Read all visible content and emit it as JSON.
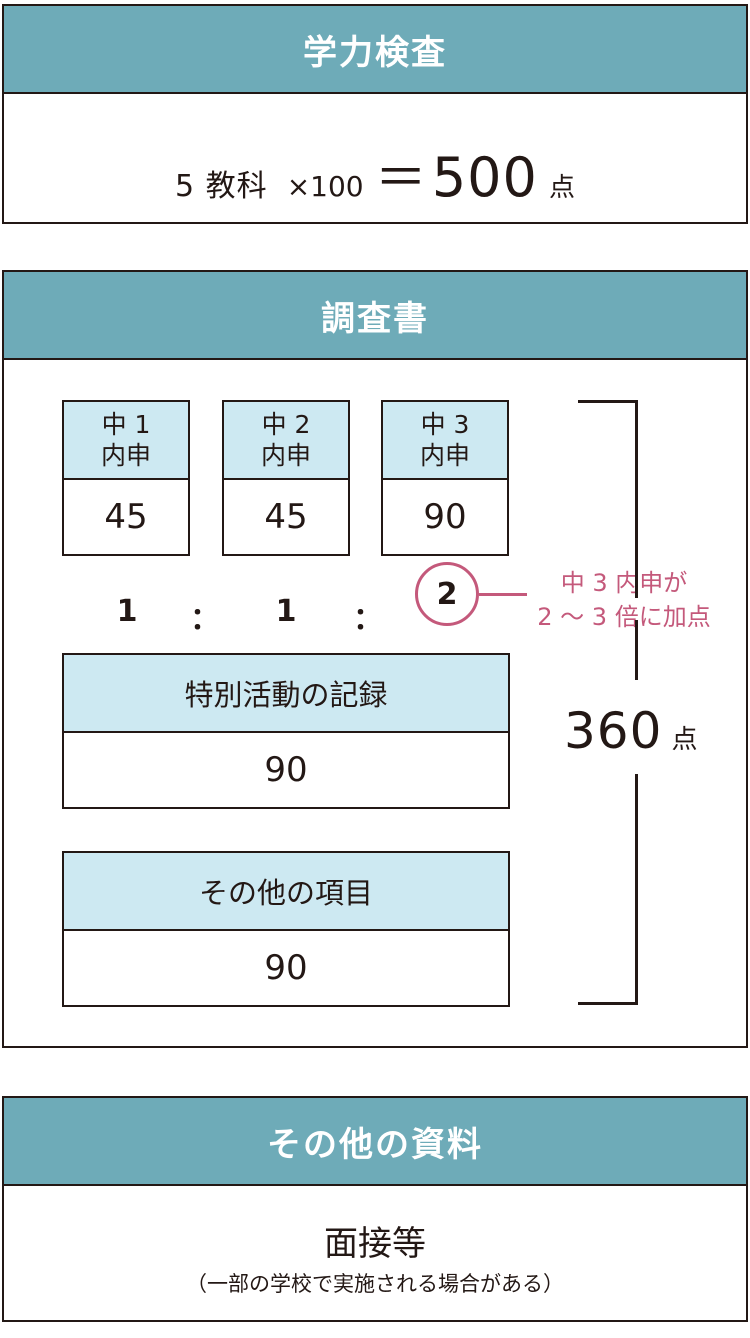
{
  "section1": {
    "title": "学力検査",
    "formula_prefix": "5 教科",
    "formula_mult": "×100",
    "formula_eq": "＝",
    "formula_total": "500",
    "formula_unit": "点"
  },
  "section2": {
    "title": "調査書",
    "grades": [
      {
        "line1": "中 1",
        "line2": "内申",
        "value": "45"
      },
      {
        "line1": "中 2",
        "line2": "内申",
        "value": "45"
      },
      {
        "line1": "中 3",
        "line2": "内申",
        "value": "90"
      }
    ],
    "ratio": {
      "a": "1",
      "b": "1",
      "c": "2",
      "sep": "："
    },
    "callout": {
      "line1": "中 3 内申が",
      "line2": "2 ～ 3 倍に加点"
    },
    "special_activities": {
      "label": "特別活動の記録",
      "value": "90"
    },
    "other_items": {
      "label": "その他の項目",
      "value": "90"
    },
    "total": "360",
    "total_unit": "点"
  },
  "section3": {
    "title": "その他の資料",
    "main": "面接等",
    "note": "（一部の学校で実施される場合がある）"
  },
  "colors": {
    "header_bg": "#6eabb8",
    "cell_header_bg": "#cde9f2",
    "accent": "#c4597b",
    "text": "#231815"
  }
}
